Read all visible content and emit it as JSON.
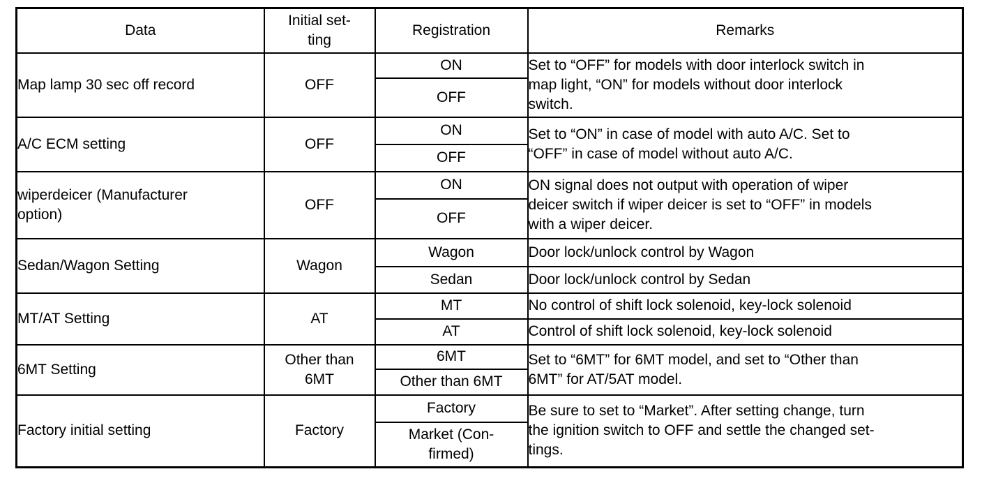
{
  "colors": {
    "background": "#ffffff",
    "border": "#000000",
    "text": "#000000"
  },
  "table": {
    "headers": {
      "data": "Data",
      "initial": "Initial set-\nting",
      "registration": "Registration",
      "remarks": "Remarks"
    },
    "rows": [
      {
        "data": "Map lamp 30 sec off record",
        "initial": "OFF",
        "registration1": "ON",
        "registration2": "OFF",
        "remarks": "Set to “OFF” for models with door interlock switch in\nmap light, “ON” for models without door interlock\nswitch."
      },
      {
        "data": "A/C ECM setting",
        "initial": "OFF",
        "registration1": "ON",
        "registration2": "OFF",
        "remarks": "Set to “ON” in case of model with auto A/C. Set to\n“OFF” in case of model without auto A/C."
      },
      {
        "data": "wiperdeicer (Manufacturer\noption)",
        "initial": "OFF",
        "registration1": "ON",
        "registration2": "OFF",
        "remarks": "ON signal does not output with operation of wiper\ndeicer switch if wiper deicer is set to “OFF” in models\nwith a wiper deicer."
      },
      {
        "data": "Sedan/Wagon Setting",
        "initial": "Wagon",
        "registration1": "Wagon",
        "registration2": "Sedan",
        "remarks1": "Door lock/unlock control by Wagon",
        "remarks2": "Door lock/unlock control by Sedan"
      },
      {
        "data": "MT/AT Setting",
        "initial": "AT",
        "registration1": "MT",
        "registration2": "AT",
        "remarks1": "No control of shift lock solenoid, key-lock solenoid",
        "remarks2": "Control of shift lock solenoid, key-lock solenoid"
      },
      {
        "data": "6MT Setting",
        "initial": "Other than\n6MT",
        "registration1": "6MT",
        "registration2": "Other than 6MT",
        "remarks": "Set to “6MT” for 6MT model, and set to “Other than\n6MT” for AT/5AT model."
      },
      {
        "data": "Factory initial setting",
        "initial": "Factory",
        "registration1": "Factory",
        "registration2": "Market (Con-\nfirmed)",
        "remarks": "Be sure to set to “Market”. After setting change, turn\nthe ignition switch to OFF and settle the changed set-\ntings."
      }
    ]
  }
}
